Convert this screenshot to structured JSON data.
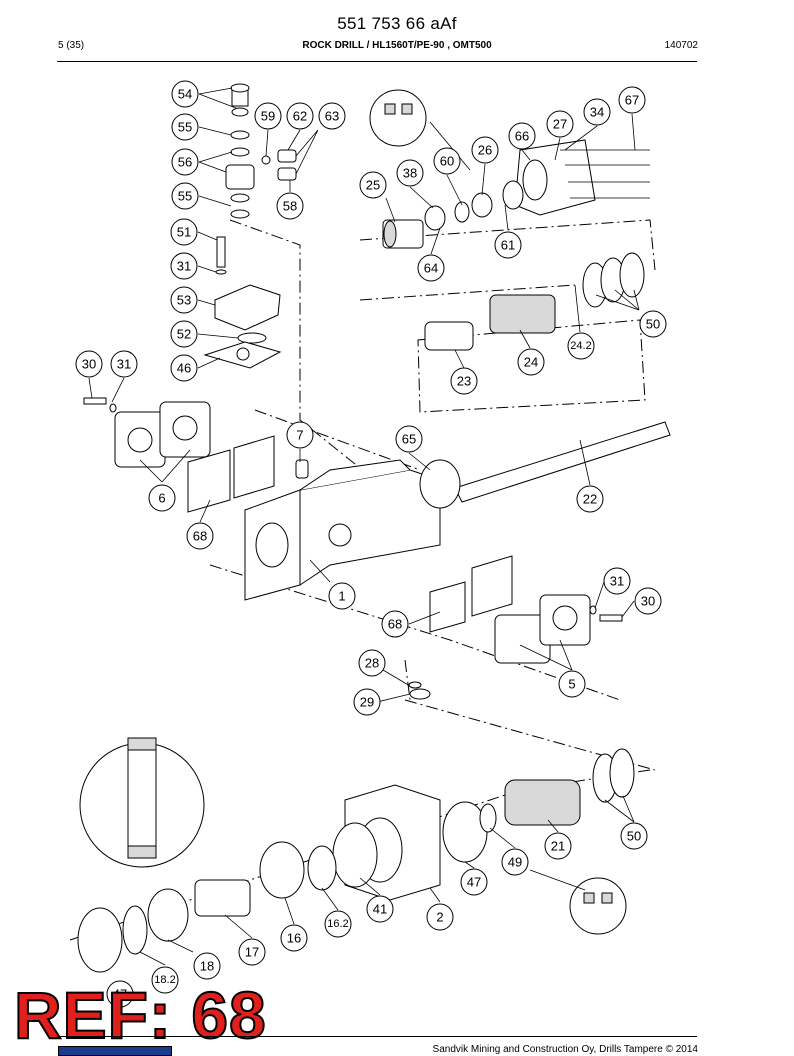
{
  "header": {
    "doc_number": "551 753 66 aAf",
    "page": "5 (35)",
    "title": "ROCK DRILL / HL1560T/PE-90 , OMT500",
    "date_code": "140702"
  },
  "callouts": {
    "c54": "54",
    "c55a": "55",
    "c56": "56",
    "c55b": "55",
    "c59": "59",
    "c62": "62",
    "c63": "63",
    "c58": "58",
    "c51": "51",
    "c31a": "31",
    "c53": "53",
    "c52": "52",
    "c46": "46",
    "c30a": "30",
    "c31b": "31",
    "c6": "6",
    "c68a": "68",
    "c7": "7",
    "c1": "1",
    "c67": "67",
    "c34": "34",
    "c27": "27",
    "c66": "66",
    "c26": "26",
    "c60": "60",
    "c38": "38",
    "c25": "25",
    "c61": "61",
    "c64": "64",
    "c50a": "50",
    "c24_2": "24.2",
    "c24": "24",
    "c23": "23",
    "c65": "65",
    "c22": "22",
    "c31c": "31",
    "c30b": "30",
    "c68b": "68",
    "c5": "5",
    "c28": "28",
    "c29": "29",
    "c50b": "50",
    "c21": "21",
    "c49": "49",
    "c47": "47",
    "c41": "41",
    "c2": "2",
    "c16_2": "16.2",
    "c16": "16",
    "c17": "17",
    "c18": "18",
    "c18_2": "18.2",
    "c47b": "47"
  },
  "stamp": {
    "text": "REF: 68"
  },
  "footer": {
    "text": "Sandvik Mining and Construction Oy, Drills Tampere © 2014"
  }
}
